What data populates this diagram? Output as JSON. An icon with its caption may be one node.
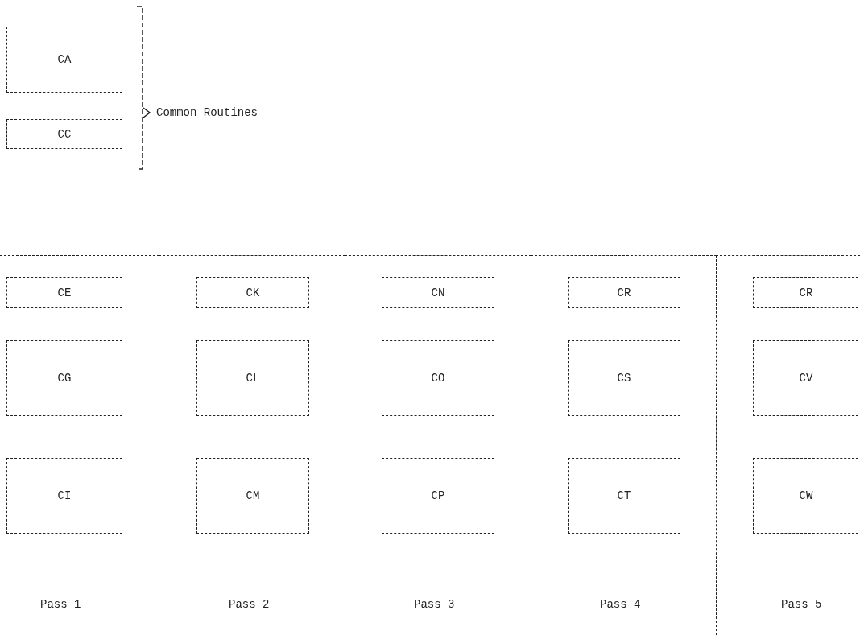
{
  "diagram": {
    "nodes": [
      {
        "text": [
          "CA"
        ]
      },
      {
        "text": [
          "CC"
        ]
      },
      {
        "text": [
          "Pass 1"
        ]
      },
      {
        "text": [
          "CE"
        ],
        "in": 2
      },
      {
        "text": [
          "CG"
        ],
        "in": 2
      },
      {
        "text": [
          "CI"
        ],
        "in": 2
      },
      {
        "text": [
          "Pass 2"
        ]
      },
      {
        "text": [
          "CK"
        ],
        "in": 6
      },
      {
        "text": [
          "CL"
        ],
        "in": 6
      },
      {
        "text": [
          "CM"
        ],
        "in": 6
      },
      {
        "text": [
          "Pass 3"
        ]
      },
      {
        "text": [
          "CN"
        ],
        "in": 10
      },
      {
        "text": [
          "CO"
        ],
        "in": 10
      },
      {
        "text": [
          "CP"
        ],
        "in": 10
      },
      {
        "text": [
          "Pass 4"
        ]
      },
      {
        "text": [
          "CR"
        ],
        "in": 14
      },
      {
        "text": [
          "CS"
        ],
        "in": 14
      },
      {
        "text": [
          "CT"
        ],
        "in": 14
      },
      {
        "text": [
          "Pass 5"
        ]
      },
      {
        "text": [
          "CR"
        ],
        "in": 18
      },
      {
        "text": [
          "CV"
        ],
        "in": 18
      },
      {
        "text": [
          "CW"
        ],
        "in": 18
      }
    ],
    "labels": [
      "Common Routines"
    ]
  }
}
